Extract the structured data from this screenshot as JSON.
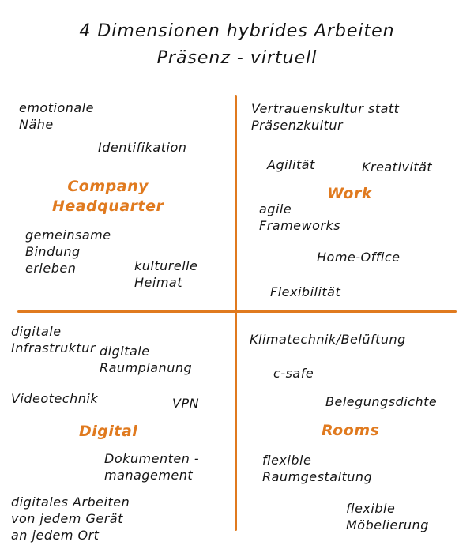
{
  "title": {
    "line1": "4 Dimensionen hybrides Arbeiten",
    "line2": "Präsenz - virtuell"
  },
  "colors": {
    "accent": "#E07A1F",
    "text": "#141414"
  },
  "quadrants": {
    "headquarter": {
      "heading": "Company\nHeadquarter",
      "terms": [
        "emotionale\nNähe",
        "Identifikation",
        "gemeinsame\nBindung\nerleben",
        "kulturelle\nHeimat"
      ]
    },
    "work": {
      "heading": "Work",
      "terms": [
        "Vertrauenskultur statt\nPräsenzkultur",
        "Agilität",
        "Kreativität",
        "agile\nFrameworks",
        "Home-Office",
        "Flexibilität"
      ]
    },
    "digital": {
      "heading": "Digital",
      "terms": [
        "digitale\nInfrastruktur",
        "digitale\nRaumplanung",
        "Videotechnik",
        "VPN",
        "Dokumenten -\nmanagement",
        "digitales Arbeiten\nvon jedem Gerät\nan jedem Ort"
      ]
    },
    "rooms": {
      "heading": "Rooms",
      "terms": [
        "Klimatechnik/Belüftung",
        "c-safe",
        "Belegungsdichte",
        "flexible\nRaumgestaltung",
        "flexible\nMöbelierung"
      ]
    }
  }
}
